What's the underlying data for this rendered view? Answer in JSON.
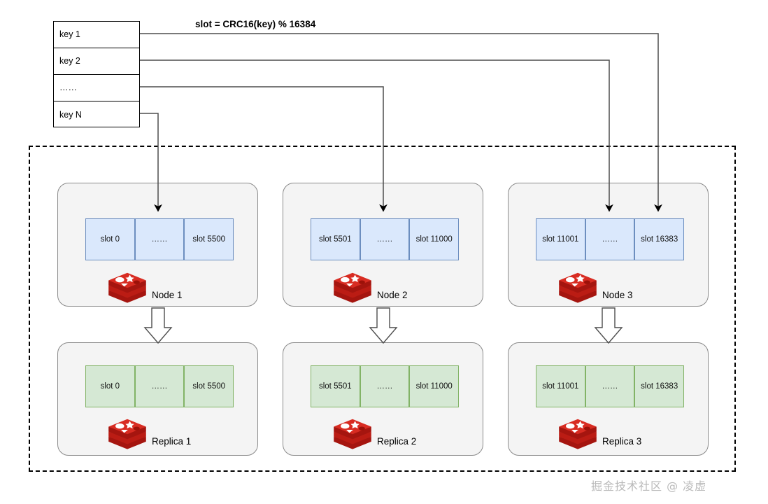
{
  "diagram": {
    "formula": "slot = CRC16(key) % 16384",
    "watermark": "掘金技术社区 @ 凌虚"
  },
  "key_table": {
    "rows": [
      {
        "label": "key 1"
      },
      {
        "label": "key 2"
      },
      {
        "label": "……"
      },
      {
        "label": "key N"
      }
    ]
  },
  "nodes": [
    {
      "name": "Node 1",
      "icon": "redis-logo-icon",
      "slots": [
        "slot 0",
        "……",
        "slot 5500"
      ]
    },
    {
      "name": "Node 2",
      "icon": "redis-logo-icon",
      "slots": [
        "slot 5501",
        "……",
        "slot 11000"
      ]
    },
    {
      "name": "Node 3",
      "icon": "redis-logo-icon",
      "slots": [
        "slot 11001",
        "……",
        "slot 16383"
      ]
    }
  ],
  "replicas": [
    {
      "name": "Replica 1",
      "icon": "redis-logo-icon",
      "slots": [
        "slot 0",
        "……",
        "slot 5500"
      ]
    },
    {
      "name": "Replica 2",
      "icon": "redis-logo-icon",
      "slots": [
        "slot 5501",
        "……",
        "slot 11000"
      ]
    },
    {
      "name": "Replica 3",
      "icon": "redis-logo-icon",
      "slots": [
        "slot 11001",
        "……",
        "slot 16383"
      ]
    }
  ],
  "colors": {
    "slot_master_fill": "#dae8fc",
    "slot_master_stroke": "#6c8ebf",
    "slot_replica_fill": "#d5e8d4",
    "slot_replica_stroke": "#82b366",
    "card_fill": "#f4f4f4",
    "card_stroke": "#8a8a8a",
    "redis_red": "#c6241c",
    "connector": "#4d4d4d",
    "watermark": "#b9b9b9"
  },
  "connectors": {
    "key_to_node": [
      {
        "from": "key 1",
        "to": "Node 3"
      },
      {
        "from": "key 2",
        "to": "Node 3"
      },
      {
        "from": "……",
        "to": "Node 2"
      },
      {
        "from": "key N",
        "to": "Node 1"
      }
    ],
    "replication": [
      {
        "from": "Node 1",
        "to": "Replica 1"
      },
      {
        "from": "Node 2",
        "to": "Replica 2"
      },
      {
        "from": "Node 3",
        "to": "Replica 3"
      }
    ]
  }
}
